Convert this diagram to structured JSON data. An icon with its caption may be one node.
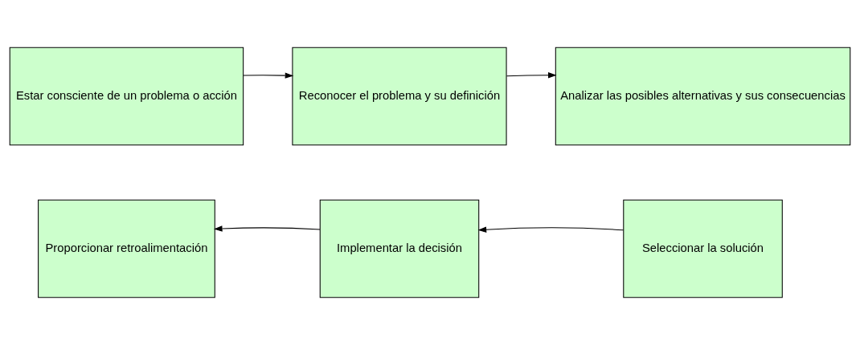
{
  "diagram": {
    "nodes": [
      {
        "text": [
          "Estar consciente de un problema o acción"
        ]
      },
      {
        "text": [
          "Reconocer el problema y su definición"
        ]
      },
      {
        "text": [
          "Analizar las posibles alternativas y sus consecuencias"
        ]
      },
      {
        "text": [
          "Proporcionar retroalimentación"
        ]
      },
      {
        "text": [
          "Implementar la decisión"
        ]
      },
      {
        "text": [
          "Seleccionar la solución"
        ]
      }
    ],
    "edges": [
      {
        "from": 0,
        "to": 1,
        "arrow": "to"
      },
      {
        "from": 1,
        "to": 2,
        "arrow": "to"
      },
      {
        "from": 5,
        "to": 4,
        "arrow": "to"
      },
      {
        "from": 4,
        "to": 3,
        "arrow": "to"
      }
    ]
  }
}
